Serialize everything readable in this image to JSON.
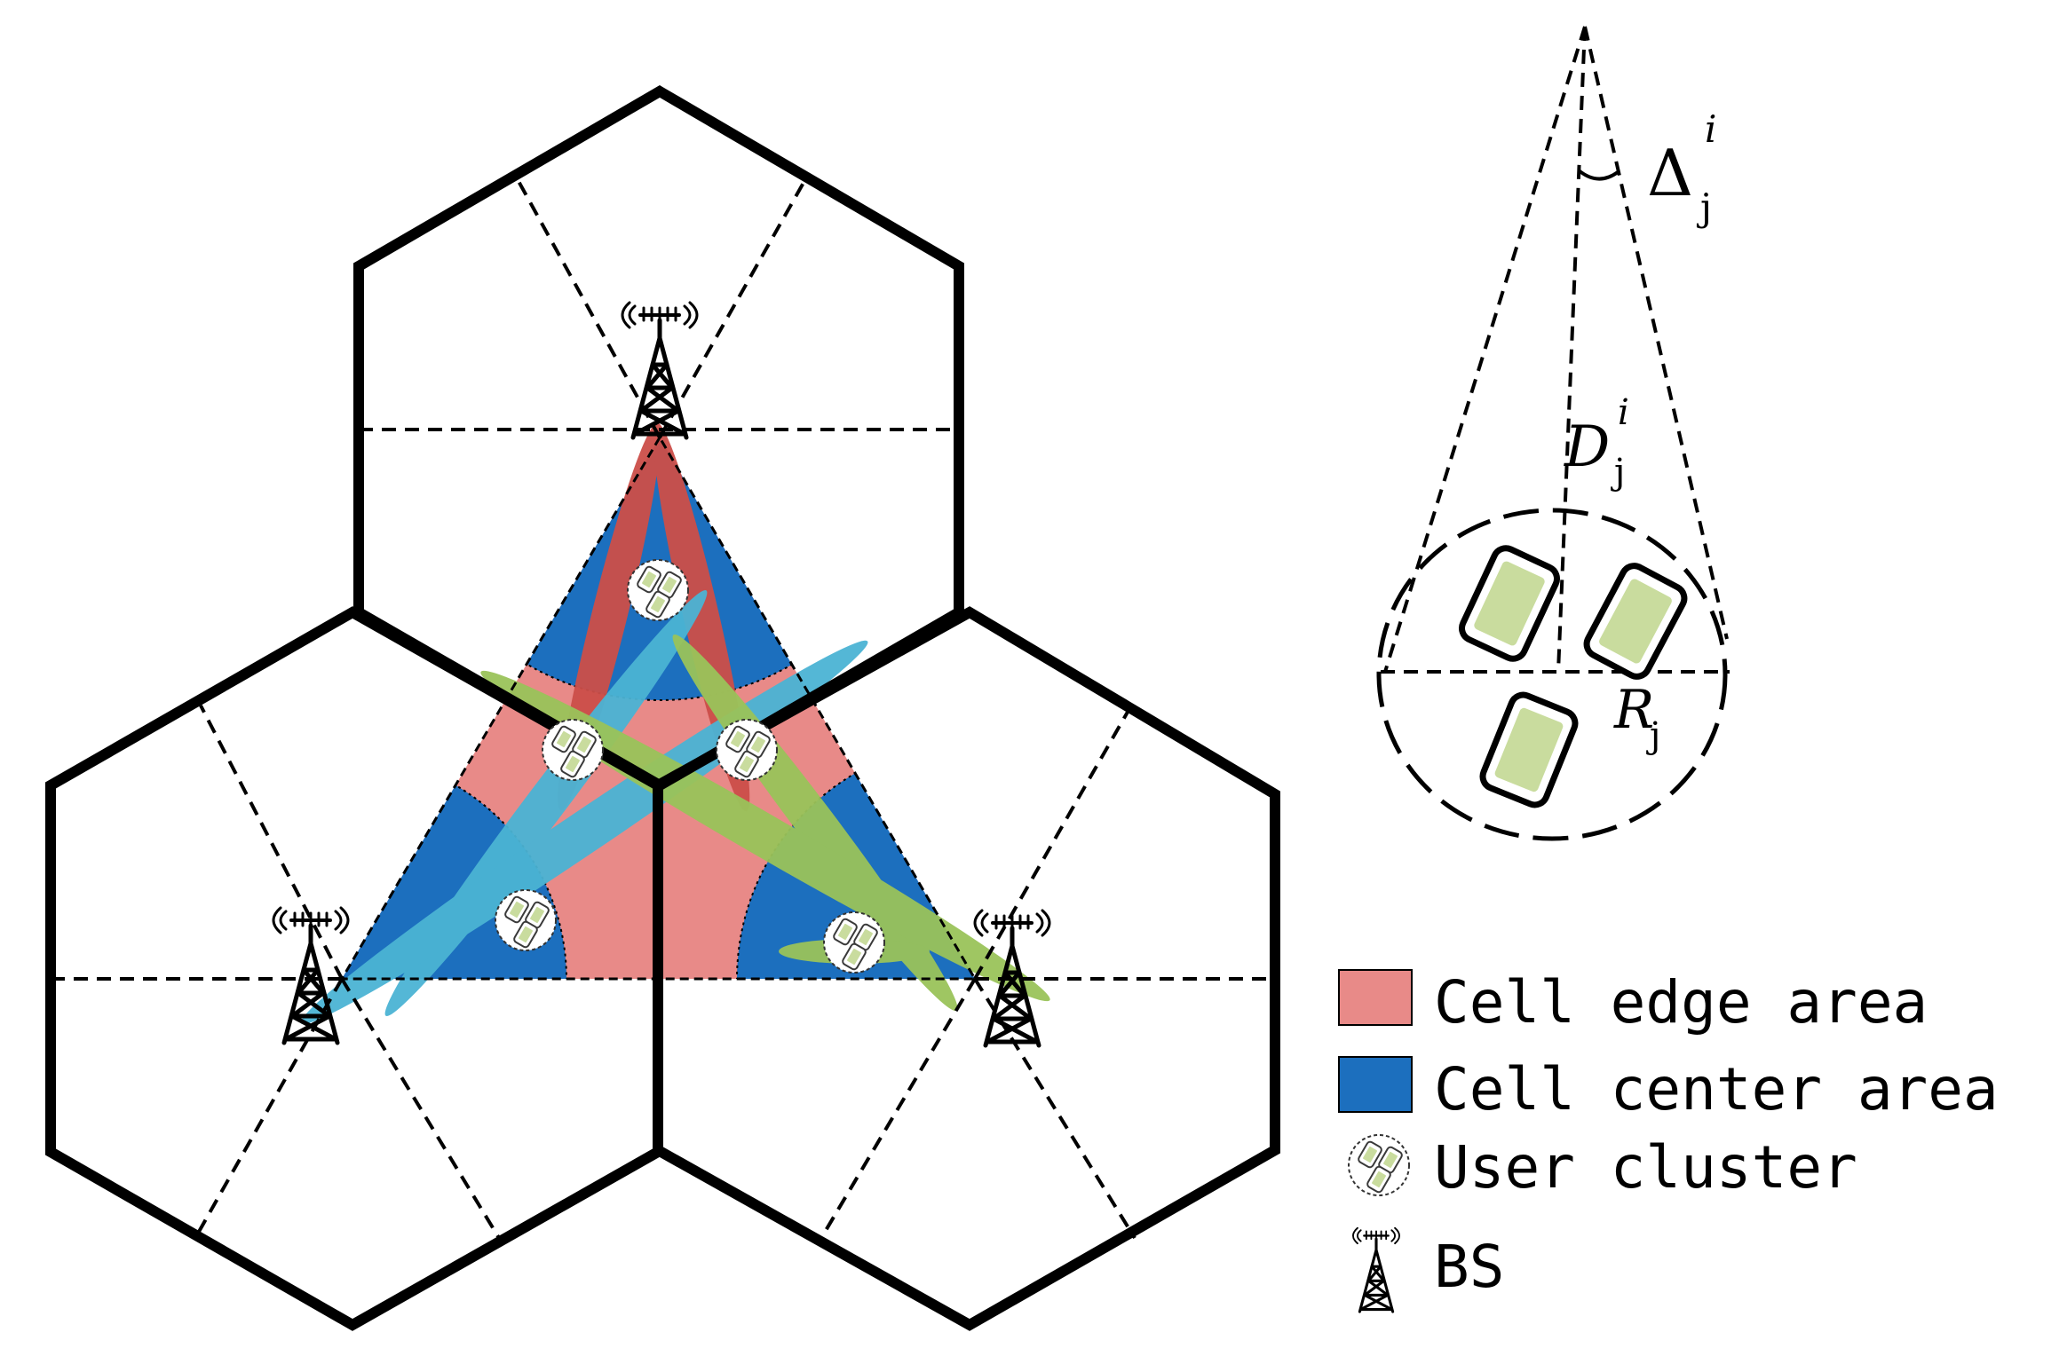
{
  "legend": {
    "edge_label": "Cell edge area",
    "center_label": "Cell center area",
    "cluster_label": "User cluster",
    "bs_label": "BS"
  },
  "detail": {
    "angle_symbol": "Δ",
    "angle_sup": "i",
    "angle_sub": "j",
    "distance_symbol": "D",
    "distance_sup": "i",
    "distance_sub": "j",
    "radius_symbol": "R",
    "radius_sub": "j"
  },
  "colors": {
    "cell_edge": "#E88A88",
    "cell_center": "#1C6FBE",
    "beam_red": "#CC4F49",
    "beam_cyan": "#4BB4D4",
    "beam_green": "#9AC35A",
    "device_screen": "#C9DC9E"
  },
  "icons": {
    "bs": "bs-tower-icon",
    "cluster": "user-cluster-icon",
    "device": "mobile-device-icon"
  }
}
